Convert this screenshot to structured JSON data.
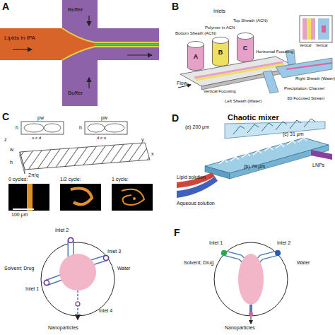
{
  "diagram": {
    "nodes": [
      {
        "text": [
          "A"
        ]
      },
      {
        "text": [
          "B"
        ]
      },
      {
        "text": [
          "C"
        ]
      }
    ],
    "labels": [
      "A",
      "Buffer",
      "Lipids in IPA",
      "Buffer",
      "B",
      "Bottom Sheath (ACN)",
      "Inlets",
      "Polymer in ACN",
      "Top Sheath (ACN)",
      "Vertical",
      "Vertical",
      "Flow",
      "Vertical Focusing",
      "Horizontal Focusing",
      "Right Sheath (Water)",
      "Left Sheath (Water)",
      "Precipitation Channel",
      "3D Focused Stream",
      "C",
      "pw",
      "pw",
      "h",
      "h",
      "u c d",
      "d c u",
      "w",
      "h",
      "2π/q",
      "x",
      "y",
      "z",
      "0 cycles:",
      "1/2 cycle:",
      "1 cycle:",
      "100 μm",
      "D",
      "Chaotic mixer",
      "(a) 200 μm",
      "(c) 31 μm",
      "(b) 79 μm",
      "Lipid solution",
      "Aqueous solution",
      "LNPs",
      "Inlet 2",
      "Inlet 3",
      "Solvent; Drug",
      "Water",
      "Inlet 1",
      "Inlet 4",
      "Nanoparticles",
      "F",
      "Inlet 1",
      "Inlet 2",
      "Solvent; Drug",
      "Water",
      "Nanoparticles"
    ]
  }
}
